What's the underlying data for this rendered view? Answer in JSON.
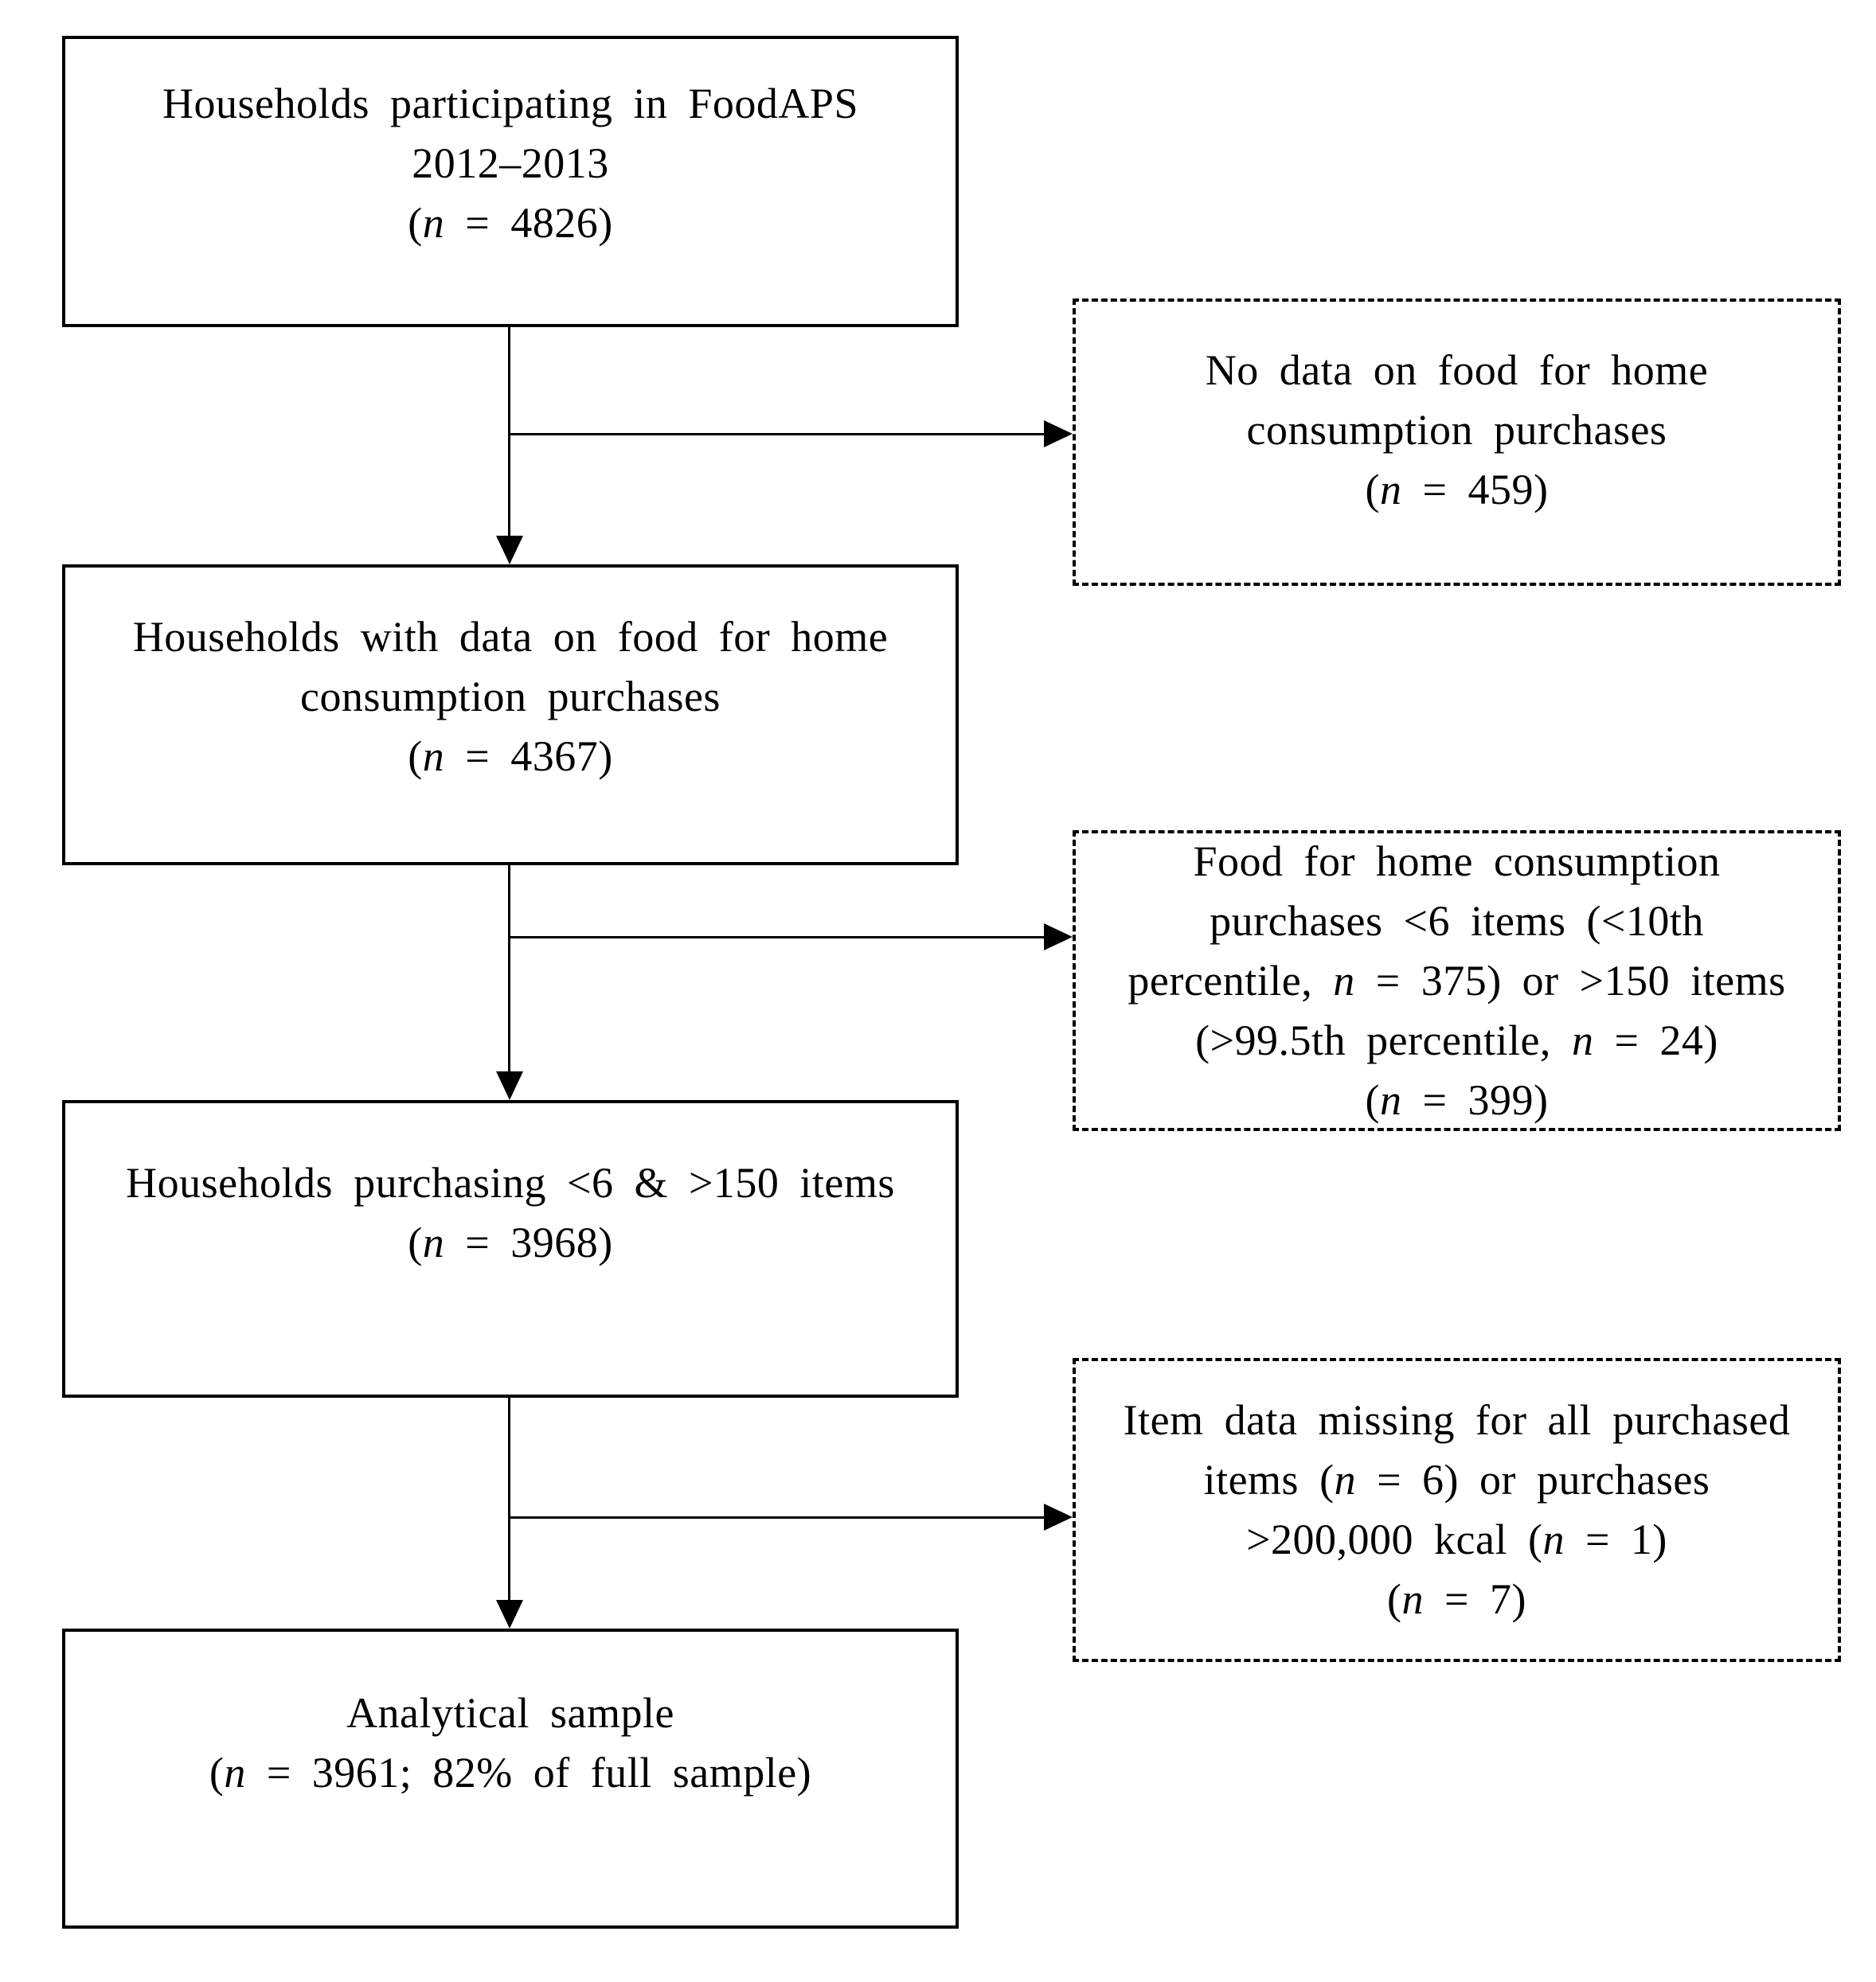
{
  "diagram": {
    "title": "FoodAPS analytical sample flow diagram",
    "boxes": [
      {
        "id": "households-foodaps",
        "style": "solid",
        "n": 4826,
        "lines": [
          "Households participating in FoodAPS",
          "2012–2013",
          "(n = 4826)"
        ]
      },
      {
        "id": "excluded-no-data",
        "style": "dashed",
        "n": 459,
        "lines": [
          "No data on food for home",
          "consumption purchases",
          "(n = 459)"
        ]
      },
      {
        "id": "households-with-data",
        "style": "solid",
        "n": 4367,
        "lines": [
          "Households with data on food for home",
          "consumption purchases",
          "(n = 4367)"
        ]
      },
      {
        "id": "excluded-item-count",
        "style": "dashed",
        "n": 399,
        "lines": [
          "Food for home consumption",
          "purchases <6 items (<10th",
          "percentile, n = 375) or >150 items",
          "(>99.5th percentile, n = 24)",
          "(n = 399)"
        ]
      },
      {
        "id": "households-purchasing",
        "style": "solid",
        "n": 3968,
        "lines": [
          "Households purchasing <6 & >150 items",
          "(n = 3968)"
        ]
      },
      {
        "id": "excluded-missing-item-data",
        "style": "dashed",
        "n": 7,
        "lines": [
          "Item data missing for all purchased",
          "items (n = 6) or purchases",
          ">200,000 kcal (n = 1)",
          "(n = 7)"
        ]
      },
      {
        "id": "analytical-sample",
        "style": "solid",
        "n": 3961,
        "lines": [
          "Analytical sample",
          "(n = 3961; 82% of full sample)"
        ]
      }
    ]
  }
}
